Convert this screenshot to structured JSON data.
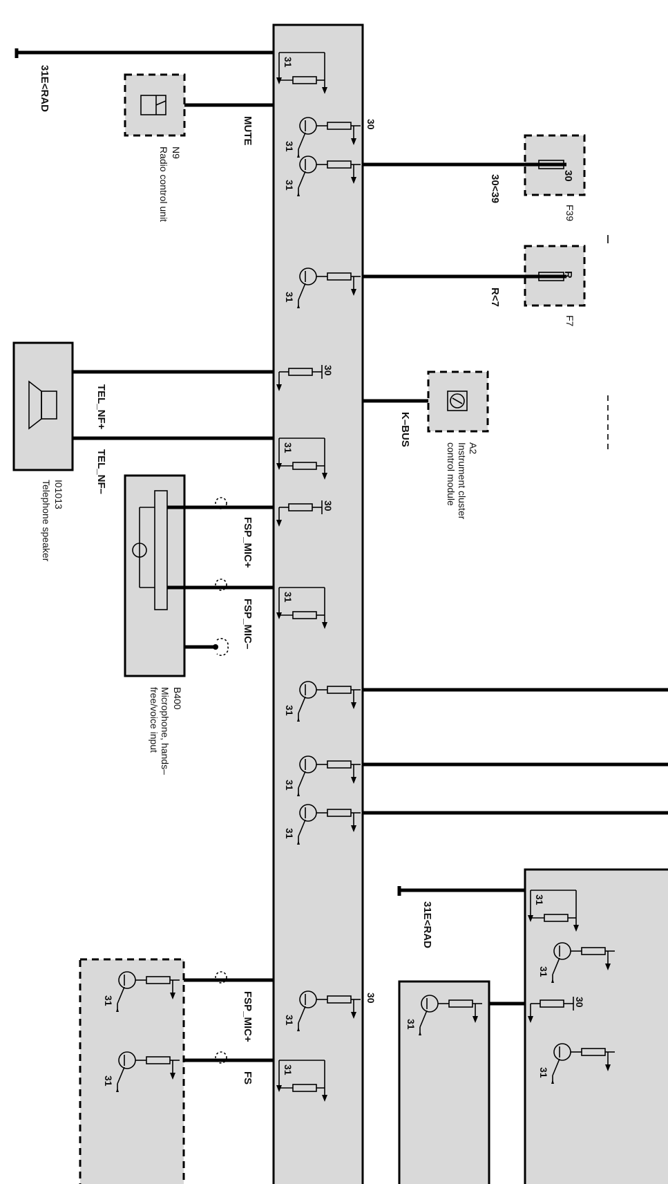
{
  "wires": {
    "w31e_rad_top": "31E<RAD",
    "mute": "MUTE",
    "k30_39": "30<39",
    "r_7": "R<7",
    "tel_nf_plus": "TEL_NF+",
    "tel_nf_minus": "TEL_NF–",
    "k_bus": "K–BUS",
    "fsp_mic_plus": "FSP_MIC+",
    "fsp_mic_minus": "FSP_MIC–",
    "w31e_rad_bottom": "31E<RAD",
    "fsp_mic_plus_2": "FSP_MIC+",
    "fsp_cut": "FS"
  },
  "components": {
    "n9": {
      "code": "N9",
      "name": "Radio control unit"
    },
    "f39": {
      "code": "F39",
      "pin": "30"
    },
    "f7": {
      "code": "F7",
      "pin": "R"
    },
    "a2": {
      "code": "A2",
      "name_line1": "Instrument cluster",
      "name_line2": "control module"
    },
    "i01013": {
      "code": "I01013",
      "name": "Telephone speaker"
    },
    "b400": {
      "code": "B400",
      "name_line1": "Microphone, hands–",
      "name_line2": "free/voice input"
    }
  },
  "pins": {
    "p31": "31",
    "p30": "30"
  }
}
